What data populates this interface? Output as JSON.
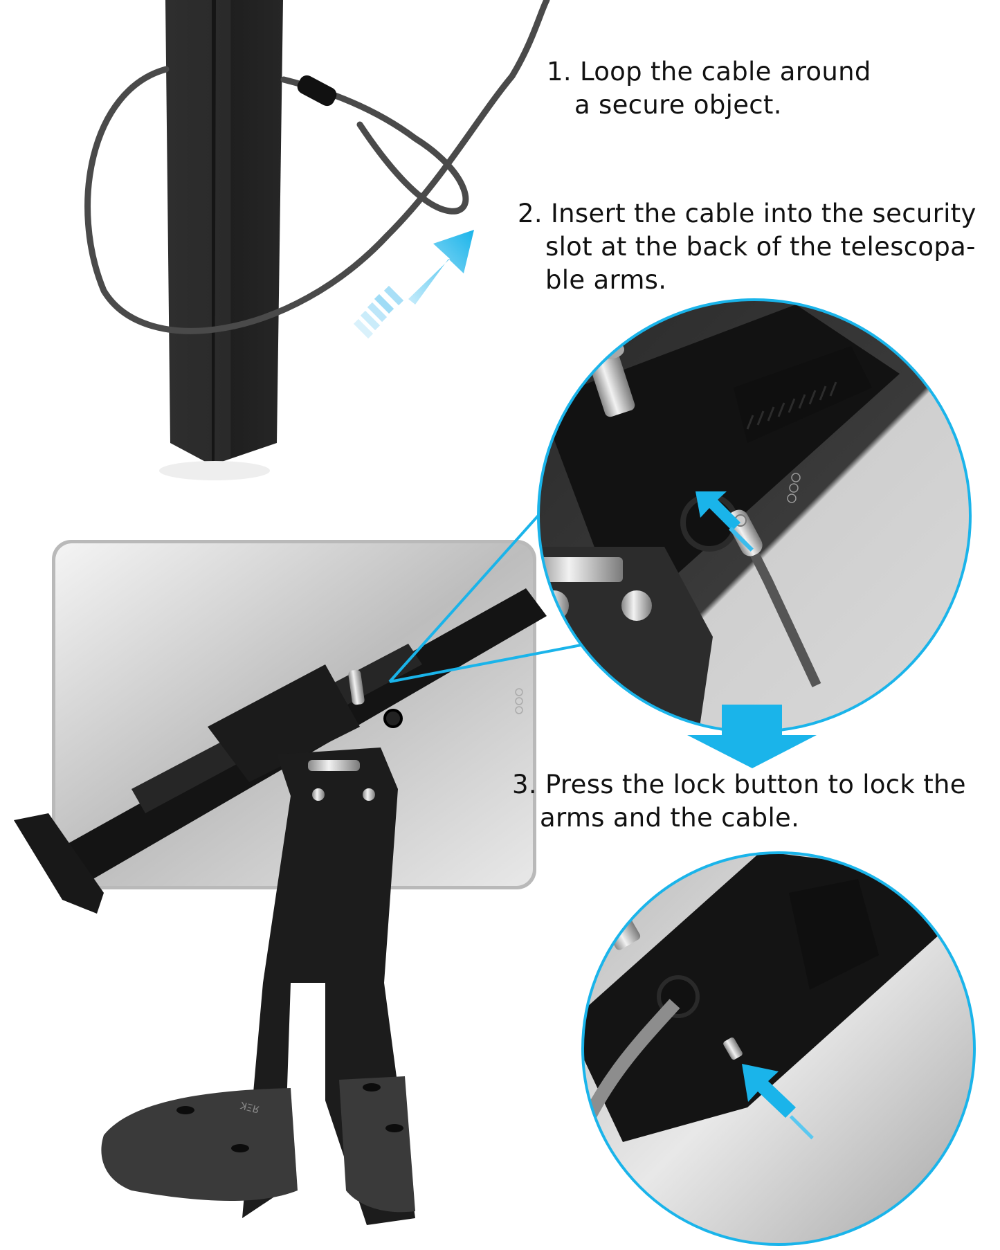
{
  "infographic": {
    "colors": {
      "accent": "#1ab4ea",
      "accent_light": "#8fd8f5",
      "post": "#2b2b2b",
      "cable": "#4a4a4a",
      "stand": "#1c1c1c",
      "tablet": "#dcdcdc",
      "text": "#111111"
    },
    "steps": [
      {
        "number": "1.",
        "lines": [
          "Loop the cable around",
          "a secure object."
        ]
      },
      {
        "number": "2.",
        "lines": [
          "Insert the cable into the security",
          "slot at the back of the telescopa-",
          "ble arms."
        ]
      },
      {
        "number": "3.",
        "lines": [
          "Press the lock button to lock the",
          "arms and the cable."
        ]
      }
    ],
    "icons": {
      "arrow_step1_to_2": "arrow-up-right-icon",
      "arrow_step2_to_3": "arrow-down-icon",
      "arrow_insert_slot": "arrow-up-left-icon",
      "arrow_press_button": "arrow-up-left-icon"
    },
    "base_logo_text": "ЯΞK"
  }
}
